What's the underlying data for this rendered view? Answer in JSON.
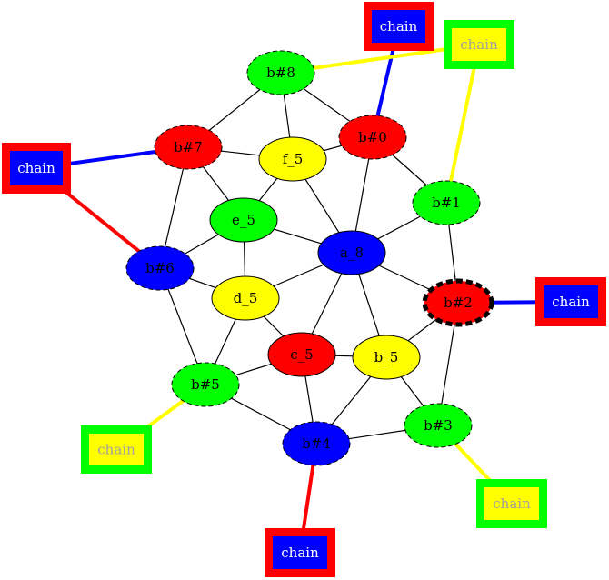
{
  "colors": {
    "red": "#ff0000",
    "green": "#00ff00",
    "blue": "#0000ff",
    "yellow": "#ffff00",
    "black": "#000000",
    "white": "#ffffff",
    "gray": "#a0a0a0"
  },
  "nodes": [
    {
      "id": "a_8",
      "label": "a_8",
      "fill": "blue",
      "border": "solid"
    },
    {
      "id": "b_5",
      "label": "b_5",
      "fill": "yellow",
      "border": "solid"
    },
    {
      "id": "c_5",
      "label": "c_5",
      "fill": "red",
      "border": "solid"
    },
    {
      "id": "d_5",
      "label": "d_5",
      "fill": "yellow",
      "border": "solid"
    },
    {
      "id": "e_5",
      "label": "e_5",
      "fill": "green",
      "border": "solid"
    },
    {
      "id": "f_5",
      "label": "f_5",
      "fill": "yellow",
      "border": "solid"
    },
    {
      "id": "b0",
      "label": "b#0",
      "fill": "red",
      "border": "dashed"
    },
    {
      "id": "b1",
      "label": "b#1",
      "fill": "green",
      "border": "dashed"
    },
    {
      "id": "b2",
      "label": "b#2",
      "fill": "red",
      "border": "thick-dashed"
    },
    {
      "id": "b3",
      "label": "b#3",
      "fill": "green",
      "border": "dashed"
    },
    {
      "id": "b4",
      "label": "b#4",
      "fill": "blue",
      "border": "dashed"
    },
    {
      "id": "b5",
      "label": "b#5",
      "fill": "green",
      "border": "dashed"
    },
    {
      "id": "b6",
      "label": "b#6",
      "fill": "blue",
      "border": "dashed"
    },
    {
      "id": "b7",
      "label": "b#7",
      "fill": "red",
      "border": "dashed"
    },
    {
      "id": "b8",
      "label": "b#8",
      "fill": "green",
      "border": "dashed"
    }
  ],
  "boxes": [
    {
      "id": "chain_top",
      "label": "chain",
      "fill": "blue",
      "frame": "red",
      "text": "white"
    },
    {
      "id": "chain_topright",
      "label": "chain",
      "fill": "yellow",
      "frame": "green",
      "text": "gray"
    },
    {
      "id": "chain_left",
      "label": "chain",
      "fill": "blue",
      "frame": "red",
      "text": "white"
    },
    {
      "id": "chain_right",
      "label": "chain",
      "fill": "blue",
      "frame": "red",
      "text": "white"
    },
    {
      "id": "chain_bottomleft",
      "label": "chain",
      "fill": "yellow",
      "frame": "green",
      "text": "gray"
    },
    {
      "id": "chain_bottomright",
      "label": "chain",
      "fill": "yellow",
      "frame": "green",
      "text": "gray"
    },
    {
      "id": "chain_bottom",
      "label": "chain",
      "fill": "blue",
      "frame": "red",
      "text": "white"
    }
  ],
  "edges": [
    [
      "b8",
      "b7"
    ],
    [
      "b8",
      "f_5"
    ],
    [
      "b8",
      "b0"
    ],
    [
      "b7",
      "f_5"
    ],
    [
      "b7",
      "e_5"
    ],
    [
      "b7",
      "b6"
    ],
    [
      "f_5",
      "b0"
    ],
    [
      "f_5",
      "e_5"
    ],
    [
      "f_5",
      "a_8"
    ],
    [
      "b0",
      "a_8"
    ],
    [
      "b0",
      "b1"
    ],
    [
      "b1",
      "a_8"
    ],
    [
      "b1",
      "b2"
    ],
    [
      "e_5",
      "a_8"
    ],
    [
      "e_5",
      "b6"
    ],
    [
      "e_5",
      "d_5"
    ],
    [
      "b6",
      "d_5"
    ],
    [
      "b6",
      "b5"
    ],
    [
      "a_8",
      "b2"
    ],
    [
      "a_8",
      "d_5"
    ],
    [
      "a_8",
      "c_5"
    ],
    [
      "a_8",
      "b_5"
    ],
    [
      "d_5",
      "c_5"
    ],
    [
      "d_5",
      "b5"
    ],
    [
      "c_5",
      "b_5"
    ],
    [
      "c_5",
      "b5"
    ],
    [
      "c_5",
      "b4"
    ],
    [
      "b_5",
      "b2"
    ],
    [
      "b_5",
      "b4"
    ],
    [
      "b_5",
      "b3"
    ],
    [
      "b2",
      "b3"
    ],
    [
      "b5",
      "b4"
    ],
    [
      "b4",
      "b3"
    ]
  ],
  "links": [
    {
      "from": "b0",
      "to": "chain_top",
      "color": "blue"
    },
    {
      "from": "b8",
      "to": "chain_topright",
      "color": "yellow"
    },
    {
      "from": "b1",
      "to": "chain_topright",
      "color": "yellow"
    },
    {
      "from": "b7",
      "to": "chain_left",
      "color": "blue"
    },
    {
      "from": "b6",
      "to": "chain_left",
      "color": "red"
    },
    {
      "from": "b2",
      "to": "chain_right",
      "color": "blue"
    },
    {
      "from": "b5",
      "to": "chain_bottomleft",
      "color": "yellow"
    },
    {
      "from": "b3",
      "to": "chain_bottomright",
      "color": "yellow"
    },
    {
      "from": "b4",
      "to": "chain_bottom",
      "color": "red"
    }
  ]
}
